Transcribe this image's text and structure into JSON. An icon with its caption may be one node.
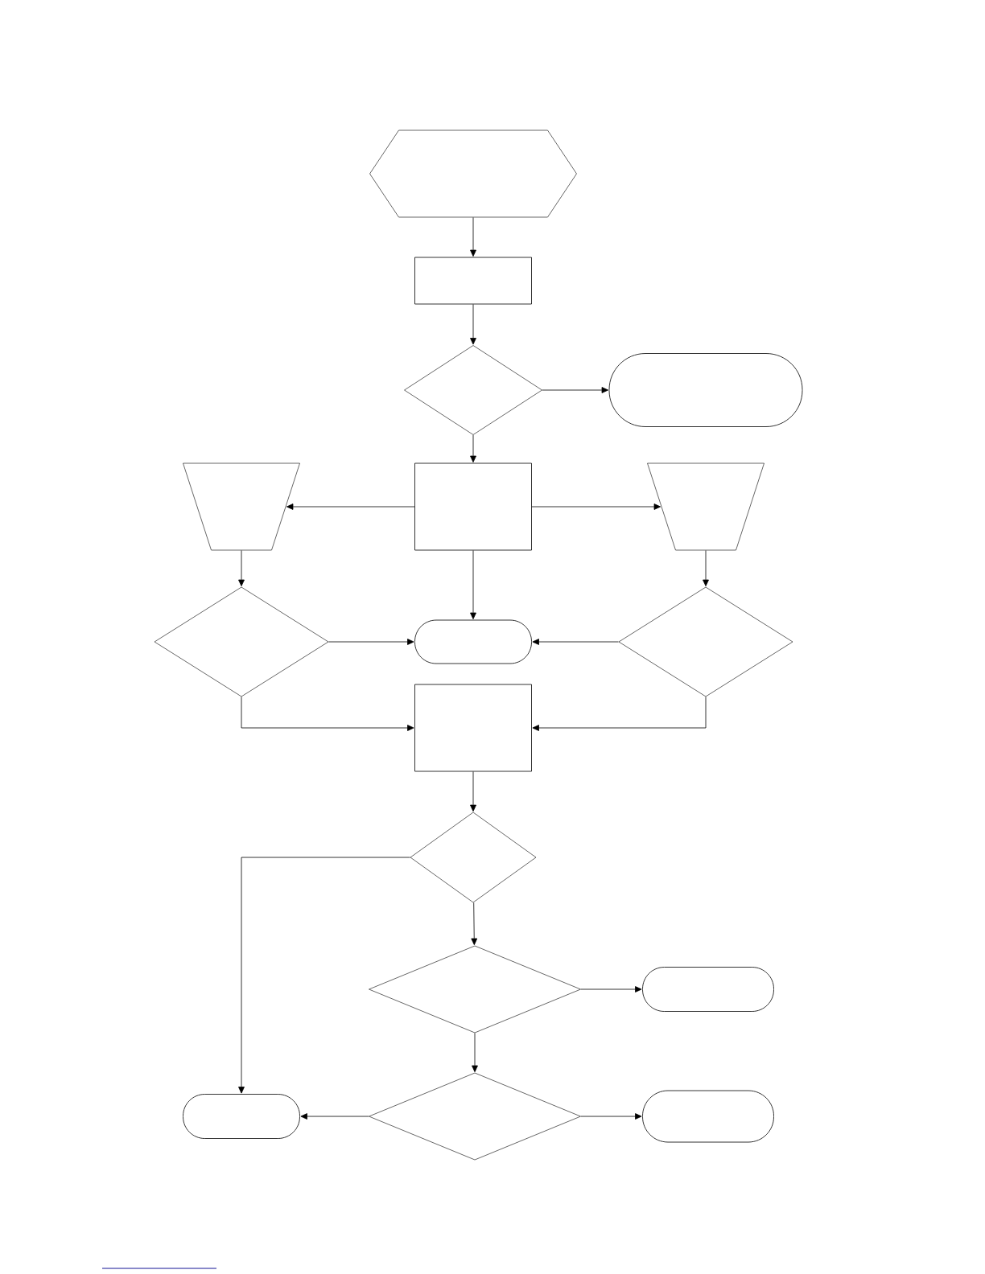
{
  "diagram": {
    "nodes": [
      {
        "text": [],
        "shape": "hexagon"
      },
      {
        "text": [],
        "shape": "box"
      },
      {
        "text": [],
        "shape": "diamond"
      },
      {
        "text": [],
        "shape": "stadium"
      },
      {
        "text": [],
        "shape": "box"
      },
      {
        "text": [],
        "shape": "trapezoid"
      },
      {
        "text": [],
        "shape": "trapezoid"
      },
      {
        "text": [],
        "shape": "diamond"
      },
      {
        "text": [],
        "shape": "stadium"
      },
      {
        "text": [],
        "shape": "diamond"
      },
      {
        "text": [],
        "shape": "box"
      },
      {
        "text": [],
        "shape": "diamond"
      },
      {
        "text": [],
        "shape": "diamond"
      },
      {
        "text": [],
        "shape": "stadium"
      },
      {
        "text": [],
        "shape": "diamond"
      },
      {
        "text": [],
        "shape": "stadium"
      },
      {
        "text": [],
        "shape": "stadium"
      }
    ],
    "edges": [
      {
        "from": 0,
        "to": 1,
        "arrow": "to"
      },
      {
        "from": 1,
        "to": 2,
        "arrow": "to"
      },
      {
        "from": 2,
        "to": 3,
        "arrow": "to"
      },
      {
        "from": 2,
        "to": 4,
        "arrow": "to"
      },
      {
        "from": 4,
        "to": 5,
        "arrow": "to"
      },
      {
        "from": 4,
        "to": 6,
        "arrow": "to"
      },
      {
        "from": 4,
        "to": 8,
        "arrow": "to"
      },
      {
        "from": 5,
        "to": 7,
        "arrow": "to"
      },
      {
        "from": 6,
        "to": 9,
        "arrow": "to"
      },
      {
        "from": 7,
        "to": 8,
        "arrow": "to"
      },
      {
        "from": 9,
        "to": 8,
        "arrow": "to"
      },
      {
        "from": 7,
        "to": 10,
        "arrow": "to"
      },
      {
        "from": 9,
        "to": 10,
        "arrow": "to"
      },
      {
        "from": 10,
        "to": 11,
        "arrow": "to"
      },
      {
        "from": 11,
        "to": 15,
        "arrow": "to"
      },
      {
        "from": 11,
        "to": 12,
        "arrow": "to"
      },
      {
        "from": 12,
        "to": 13,
        "arrow": "to"
      },
      {
        "from": 12,
        "to": 14,
        "arrow": "to"
      },
      {
        "from": 14,
        "to": 15,
        "arrow": "to"
      },
      {
        "from": 14,
        "to": 16,
        "arrow": "to"
      }
    ]
  }
}
